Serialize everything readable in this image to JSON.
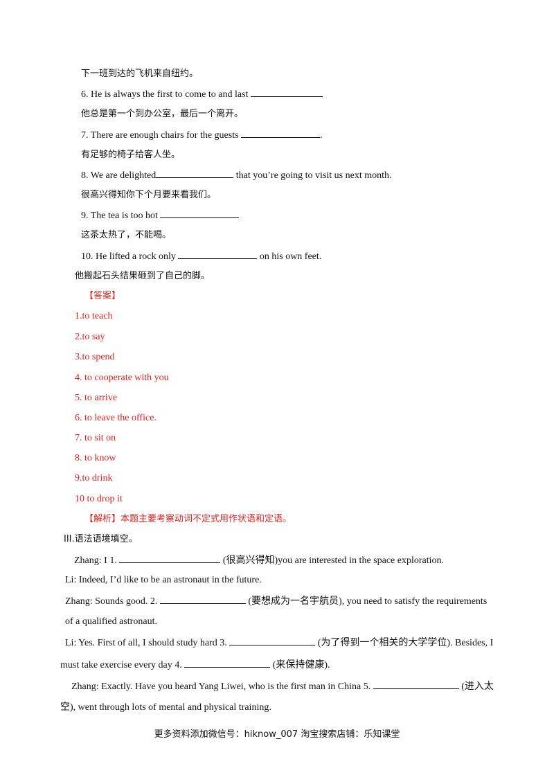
{
  "part2": {
    "lines": [
      {
        "text": "下一班到达的飞机来自纽约。"
      },
      {
        "pre": "6. He is always the first to come to and last ",
        "post": ""
      },
      {
        "text": "他总是第一个到办公室，最后一个离开。"
      },
      {
        "pre": "7. There are enough chairs for the guests ",
        "post": "."
      },
      {
        "text": "有足够的椅子给客人坐。"
      },
      {
        "pre": "8. We are delighted",
        "post": " that you’re going to visit us next month."
      },
      {
        "text": "很高兴得知你下个月要来看我们。"
      },
      {
        "pre": "9. The tea is too hot ",
        "post": ""
      },
      {
        "text": "这茶太热了，不能喝。"
      },
      {
        "pre": "10. He lifted a rock only ",
        "post": " on his own feet."
      },
      {
        "text": "他搬起石头结果砸到了自己的脚。"
      }
    ]
  },
  "answer": {
    "heading": "【答案】",
    "items": [
      "1.to  teach",
      "2.to  say",
      "3.to  spend",
      "4.  to cooperate with you",
      "5.  to arrive",
      "6.  to leave the office.",
      "7.  to sit on",
      "8.  to know",
      "9.to  drink",
      "10  to  drop  it"
    ],
    "analysis": "【解析】本题主要考察动词不定式用作状语和定语。"
  },
  "part3": {
    "title": "III.语法语境填空。",
    "lines": [
      {
        "pre": "Zhang: I 1. ",
        "post": " (很高兴得知)you are interested in the space exploration."
      },
      {
        "pre": "Li: Indeed, I’d like to be an astronaut in the future.",
        "post": ""
      },
      {
        "pre": "Zhang: Sounds good. 2. ",
        "post": " (要想成为一名宇航员), you need to satisfy the requirements"
      },
      {
        "pre": "of a qualified astronaut.",
        "post": ""
      },
      {
        "pre": "Li: Yes. First of all, I should study hard 3. ",
        "post": " (为了得到一个相关的大学学位). Besides, I"
      },
      {
        "pre": "must take exercise every day 4. ",
        "post": " (来保持健康)."
      },
      {
        "pre": "Zhang: Exactly. Have you heard Yang Liwei, who is the first man in China 5. ",
        "post": " (进入太"
      },
      {
        "pre": "空), went through lots of mental and physical training.",
        "post": ""
      }
    ]
  },
  "footer": {
    "text": "更多资料添加微信号：hiknow_007   淘宝搜索店铺：乐知课堂"
  }
}
